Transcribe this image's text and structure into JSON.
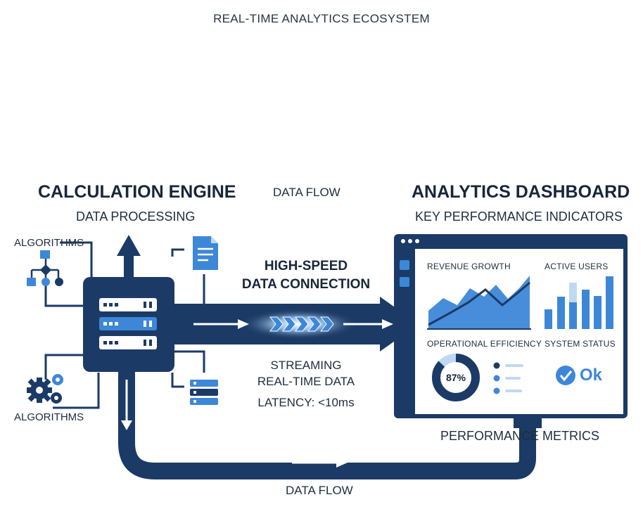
{
  "title": "REAL-TIME ANALYTICS ECOSYSTEM",
  "engine": {
    "title": "CALCULATION ENGINE",
    "subtitle": "DATA PROCESSING",
    "algorithms_top": "ALGORITHMS",
    "algorithms_bottom": "ALGORITHMS"
  },
  "flow_top": "DATA FLOW",
  "connection": {
    "title_line1": "HIGH-SPEED",
    "title_line2": "DATA CONNECTION",
    "streaming_line1": "STREAMING",
    "streaming_line2": "REAL-TIME DATA",
    "latency": "LATENCY: <10ms"
  },
  "dashboard": {
    "title": "ANALYTICS DASHBOARD",
    "subtitle": "KEY PERFORMANCE INDICATORS",
    "revenue_label": "REVENUE GROWTH",
    "users_label": "ACTIVE USERS",
    "efficiency_label": "OPERATIONAL EFFICIENCY",
    "efficiency_value": "87%",
    "efficiency_fraction": 0.87,
    "status_label": "SYSTEM STATUS",
    "status_value": "Ok",
    "footer": "PERFORMANCE METRICS"
  },
  "flow_bottom": "DATA FLOW",
  "colors": {
    "navy": "#1b3a66",
    "blue": "#3d87d8",
    "light_blue": "#bfd9f2"
  }
}
